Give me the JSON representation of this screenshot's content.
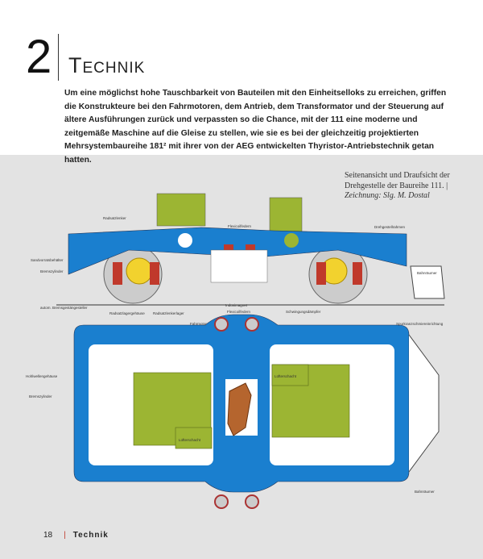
{
  "header": {
    "chapter_number": "2",
    "title": "Technik"
  },
  "intro": "Um eine möglichst hohe Tauschbarkeit von Bauteilen mit den Einheitselloks zu erreichen, griffen die Konstrukteure bei den Fahrmotoren, dem Antrieb, dem Transformator und der Steuerung auf ältere Ausführungen zurück und verpassten so die Chance, mit der 111 eine moderne und zeitgemäße Maschine auf die Gleise zu stellen, wie sie es bei der gleichzeitig projektierten Mehrsystembaureihe 181² mit ihrer von der AEG entwickelten Thyristor-Antriebstechnik getan hatten.",
  "caption": {
    "text": "Seitenansicht und Draufsicht der Drehgestelle der Baureihe 111. | ",
    "credit": "Zeichnung: Slg. M. Dostal"
  },
  "diagram": {
    "labels": {
      "radsatzlenker": "Radsatzlenker",
      "flexicoil_top": "Flexicoilfedern",
      "drehgestellrahmen": "Drehgestellrahmen",
      "sandvorrat": "Sandvorratsbehälter",
      "bremszylinder_top": "Bremszylinder",
      "bahnraeumer_top": "Bahnräumer",
      "bremsgestaenge": "autom. Bremsgestängesteller",
      "radsatzlagergehaeuse": "Radsatzlagergehäuse",
      "radsatzlenkerlager": "Radsatzlenkerlager",
      "fahrmotor": "Fahrmotor",
      "indusimagnet": "Indusimagnet",
      "flexicoil_mid": "Flexicoilfedern",
      "schwingungsdaempfer": "Schwingungsdämpfer",
      "spurkranz": "Spurkranzschmiereinrichtung",
      "hohlwelle": "Hohlwellengehäuse",
      "bremszylinder_bottom": "Bremszylinder",
      "luefter_left": "Lüfterschacht",
      "luefter_right": "Lüfterschacht",
      "bahnraeumer_bottom": "Bahnräumer"
    },
    "colors": {
      "frame": "#1a7fcf",
      "motor": "#9cb533",
      "spring": "#c0392b",
      "gear": "#f2d22e",
      "pivot": "#b5652e"
    }
  },
  "footer": {
    "page_number": "18",
    "section": "Technik"
  }
}
